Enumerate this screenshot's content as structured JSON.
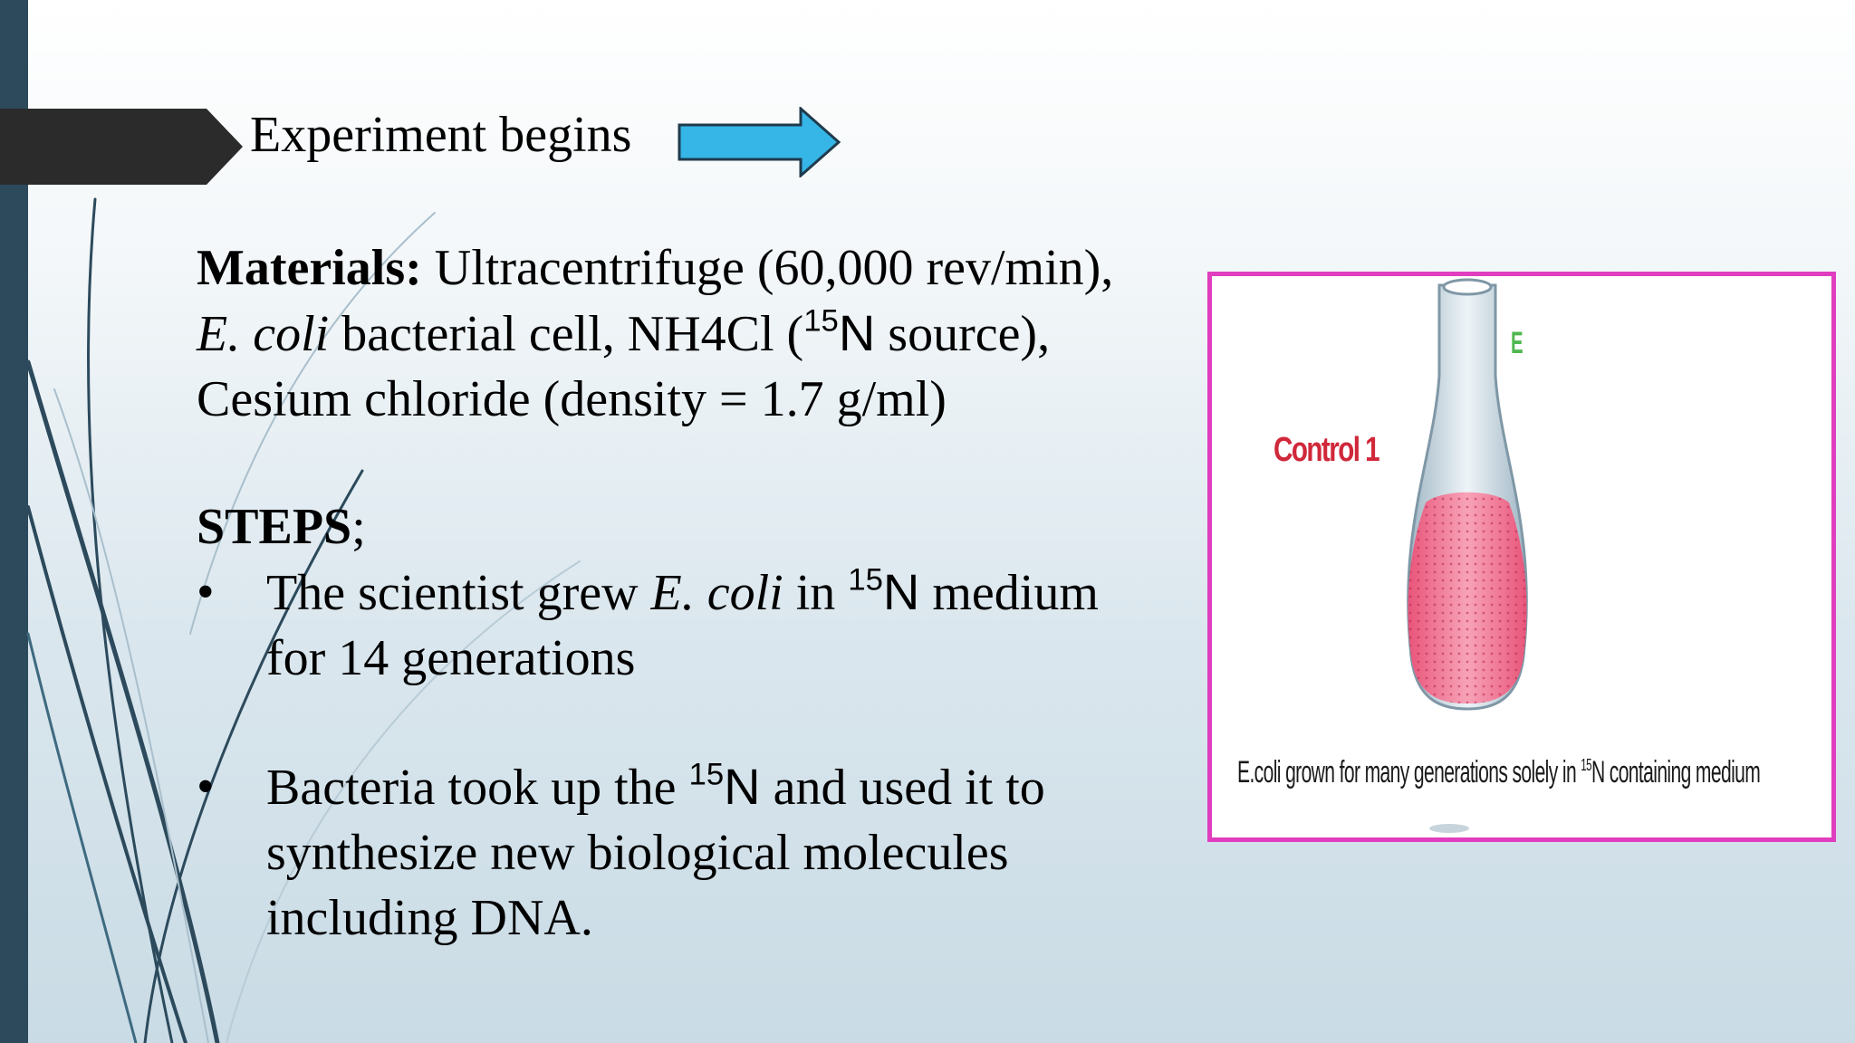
{
  "slide": {
    "title": "Experiment begins",
    "materials": {
      "label": "Materials:",
      "line1_rest": " Ultracentrifuge (60,000 rev/min),",
      "line2_species": "E. coli",
      "line2_text": " bacterial cell, NH4Cl (",
      "line2_isotope_mass": "15",
      "line2_isotope_symbol": "N",
      "line2_end": " source),",
      "line3": "Cesium chloride (density = 1.7 g/ml)"
    },
    "steps": {
      "heading": "STEPS",
      "heading_punct": ";",
      "bullet_symbol": "•",
      "items": [
        {
          "part1": "The scientist grew ",
          "species": "E. coli",
          "part2": " in ",
          "isotope_mass": "15",
          "isotope_symbol": "N",
          "part3": " medium",
          "line2": "for 14 generations"
        },
        {
          "part1": "Bacteria took up the ",
          "isotope_mass": "15",
          "isotope_symbol": "N",
          "part2": " and used it to",
          "line2": "synthesize new biological molecules",
          "line3": "including DNA."
        }
      ]
    },
    "figure": {
      "label_control": "Control 1",
      "label_e": "E",
      "caption_start": "E.coli grown for many generations solely in ",
      "caption_mass": "15",
      "caption_end": "N containing medium",
      "border_color": "#e03ebf",
      "liquid_color": "#e8557a"
    },
    "colors": {
      "left_strip": "#2c4a5c",
      "title_tab": "#2b2b2b",
      "arrow_fill": "#35b6e6",
      "arrow_stroke": "#1f3b4d"
    },
    "icons": {
      "title_marker": "pentagon-arrow-tab",
      "title_arrow": "right-arrow-icon"
    }
  }
}
